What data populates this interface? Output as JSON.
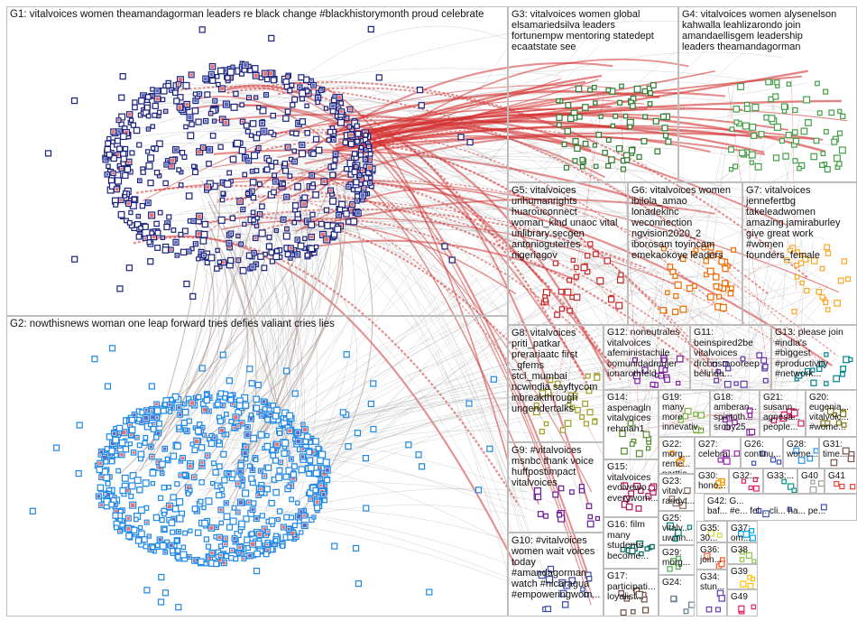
{
  "graph": {
    "groups": [
      {
        "id": "G1",
        "label": "G1: vitalvoices women theamandagorman leaders re black change #blackhistorymonth proud celebrate",
        "color": "#1a237e"
      },
      {
        "id": "G2",
        "label": "G2: nowthisnews woman one leap forward tries defies valiant cries lies",
        "color": "#1e88e5"
      },
      {
        "id": "G3",
        "label": "G3: vitalvoices women global\nelsamariedsilva leaders\nfortunempw mentoring statedept\necaatstate see",
        "color": "#2e7d32"
      },
      {
        "id": "G4",
        "label": "G4: vitalvoices women alysenelson\nkahwalla leahlizarondo join\namandaellisgem leadership\nleaders theamandagorman",
        "color": "#43a047"
      },
      {
        "id": "G5",
        "label": "G5: vitalvoices\nunhumanrights\nhuarouconnect\nwoman_kind unaoc vital\nunlibrary secgen\nantonioguterres\nnigeriagov",
        "color": "#c62828"
      },
      {
        "id": "G6",
        "label": "G6: vitalvoices women\nibilola_amao\nlonadekinc\nweconnection\nngvision2020_2\niborosam toyincam\nemekaokoye leaders",
        "color": "#ef6c00"
      },
      {
        "id": "G7",
        "label": "G7: vitalvoices\njennefertbg\ntakeleadwomen\namazing jamiraburley\ngive great work\n#women\nfounders_female",
        "color": "#f9a825"
      },
      {
        "id": "G8",
        "label": "G8: vitalvoices\npriti_patkar\nprerariaatc first\n_gfems\nstcl_mumbai\nncwindia sayftycom\ninbreakthrough\nungendertalks",
        "color": "#9e9d24"
      },
      {
        "id": "G9",
        "label": "G9: #vitalvoices\nmsnbc thank voice\nhuffpostimpact\nvitalvoices",
        "color": "#6a1b9a"
      },
      {
        "id": "G10",
        "label": "G10: #vitalvoices\nwomen wait voices\ntoday\n#amandagorman\nwatch #nicaragua\n#empoweringwom...",
        "color": "#3949ab"
      },
      {
        "id": "G11",
        "label": "G11:\nbeinspired2be\nvitalvoices\ndrchrismooreep\nbelinda...",
        "color": "#5e35b1"
      },
      {
        "id": "G12",
        "label": "G12: noneutrales\nvitalvoices\nafeministachile\ncomunidadmujer\nionarothfeld...",
        "color": "#7b1fa2"
      },
      {
        "id": "G13",
        "label": "G13: please join\n#india's\n#biggest\n#productivity\n#network...",
        "color": "#00838f"
      },
      {
        "id": "G14",
        "label": "G14:\naspenagln\nvitalvoices\nrehmah1",
        "color": "#558b2f"
      },
      {
        "id": "G15",
        "label": "G15:\nvitalvoices\nevolvewo...\neverywom...",
        "color": "#ad1457"
      },
      {
        "id": "G16",
        "label": "G16: film\nmany\nstudents\nbecome...",
        "color": "#00695c"
      },
      {
        "id": "G17",
        "label": "G17:\nparticipati...\nloyalist...",
        "color": "#6d4c41"
      },
      {
        "id": "G18",
        "label": "G18:\namberan...\nspiritoth...\nsroby25...",
        "color": "#8e24aa"
      },
      {
        "id": "G19",
        "label": "G19:\nmany\nmore\ninnevativ...",
        "color": "#7cb342"
      },
      {
        "id": "G20",
        "label": "G20:\neugenia...\nvitalvoic...\n#wome...",
        "color": "#827717"
      },
      {
        "id": "G21",
        "label": "G21:\nsusann...\nagnesa...\npeople...",
        "color": "#d81b60"
      },
      {
        "id": "G22",
        "label": "G22:\nmorg...\nreme...\nparttic...",
        "color": "#fb8c00"
      },
      {
        "id": "G23",
        "label": "G23:\nvitalv...\nrandyt...",
        "color": "#8d6e63"
      },
      {
        "id": "G24",
        "label": "G24:",
        "color": "#607d8b"
      },
      {
        "id": "G25",
        "label": "G25:\nvitalv...\nuwinn...",
        "color": "#00897b"
      },
      {
        "id": "G26",
        "label": "G26:\ncontinu...",
        "color": "#3f51b5"
      },
      {
        "id": "G27",
        "label": "G27:\ncelebra...",
        "color": "#9c27b0"
      },
      {
        "id": "G28",
        "label": "G28:\nwome...",
        "color": "#2196f3"
      },
      {
        "id": "G29",
        "label": "G29:\nmorg...",
        "color": "#4caf50"
      },
      {
        "id": "G30",
        "label": "G30:\nhono...",
        "color": "#ff9800"
      },
      {
        "id": "G31",
        "label": "G31:\ntime...",
        "color": "#795548"
      },
      {
        "id": "G32",
        "label": "G32:...",
        "color": "#e91e63"
      },
      {
        "id": "G33",
        "label": "G33:...",
        "color": "#009688"
      },
      {
        "id": "G34",
        "label": "G34:\nstun...",
        "color": "#673ab7"
      },
      {
        "id": "G35",
        "label": "G35:\n30...",
        "color": "#cddc39"
      },
      {
        "id": "G36",
        "label": "G36:\njoin...",
        "color": "#ff5722"
      },
      {
        "id": "G37",
        "label": "G37:\nom...",
        "color": "#03a9f4"
      },
      {
        "id": "G38",
        "label": "G38",
        "color": "#8bc34a"
      },
      {
        "id": "G39",
        "label": "G39",
        "color": "#ffc107"
      },
      {
        "id": "G40",
        "label": "G40",
        "color": "#9e9e9e"
      },
      {
        "id": "G41",
        "label": "G41",
        "color": "#f44336"
      },
      {
        "id": "G42",
        "label": "G42: G...\nbaf... #e... fel... cli... ha... pe...",
        "color": "#3f51b5"
      },
      {
        "id": "G49",
        "label": "G49",
        "color": "#e91e63"
      }
    ],
    "small_cells": [
      "G",
      "G.",
      "G.",
      "G.",
      "G.",
      "G.",
      "G.",
      "G.",
      "G.",
      "G.",
      "G.",
      "G.",
      "G.",
      "G.",
      "G.",
      "G.",
      "G.",
      "G.",
      "G.",
      "G.",
      "G.",
      "G.",
      "G.",
      "G.",
      "G.",
      "G.",
      "G.",
      "G."
    ],
    "edge_colors": {
      "default": "#9e9e9e",
      "highlight": "#d32f2f",
      "weighted": "#a1887f"
    }
  }
}
